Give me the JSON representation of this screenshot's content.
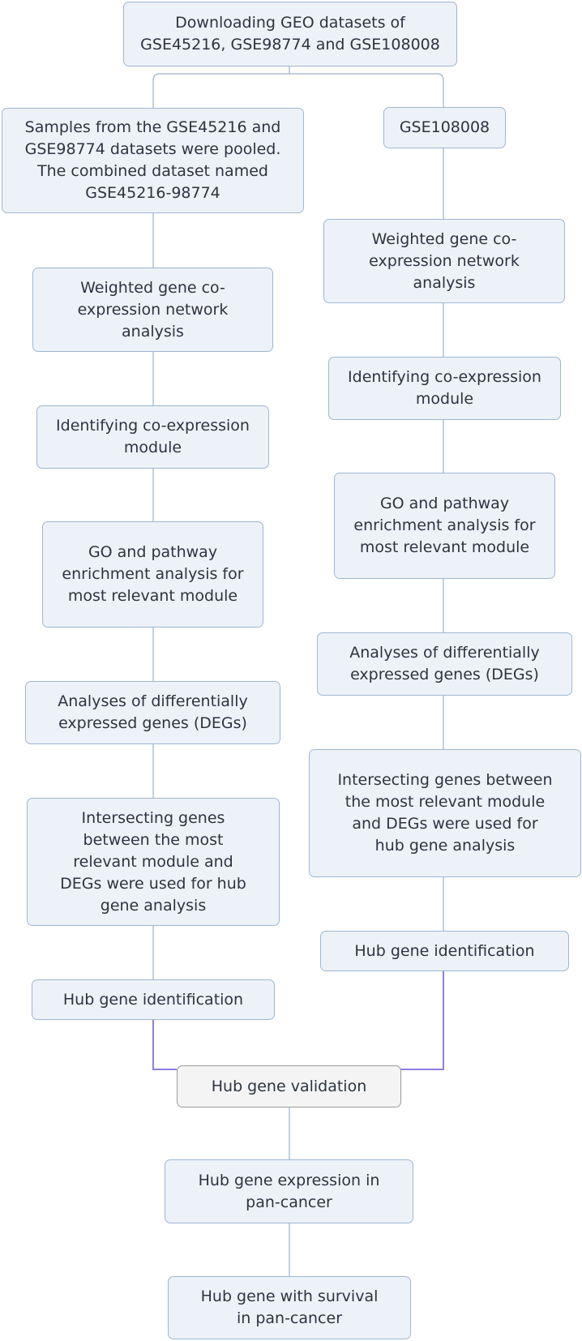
{
  "top": {
    "download": "Downloading GEO datasets of GSE45216, GSE98774 and GSE108008"
  },
  "left": {
    "pooled": "Samples from the GSE45216 and GSE98774 datasets were pooled. The combined dataset named GSE45216-98774",
    "wgcna": "Weighted gene co-expression network analysis",
    "module": "Identifying co-expression module",
    "go": "GO and pathway enrichment analysis for most relevant module",
    "degs": "Analyses of differentially expressed genes (DEGs)",
    "intersect": "Intersecting genes between the most relevant module and DEGs were used for hub gene analysis",
    "hub": "Hub gene identification"
  },
  "right": {
    "dataset": "GSE108008",
    "wgcna": "Weighted gene co-expression network analysis",
    "module": "Identifying co-expression module",
    "go": "GO and pathway enrichment analysis for most relevant module",
    "degs": "Analyses of differentially expressed genes (DEGs)",
    "intersect": "Intersecting genes between the most relevant module and DEGs were used for hub gene analysis",
    "hub": "Hub gene identification"
  },
  "bottom": {
    "validation": "Hub gene validation",
    "pancancer": "Hub gene expression in pan-cancer",
    "survival": "Hub gene with survival in pan-cancer"
  },
  "colors": {
    "node_fill": "#edf2f9",
    "node_border": "#9fb6d3",
    "validation_fill": "#f4f4f4",
    "validation_border": "#9b9b9b",
    "connector": "#a9bdd6",
    "merge_connector": "#8b7fe0"
  }
}
